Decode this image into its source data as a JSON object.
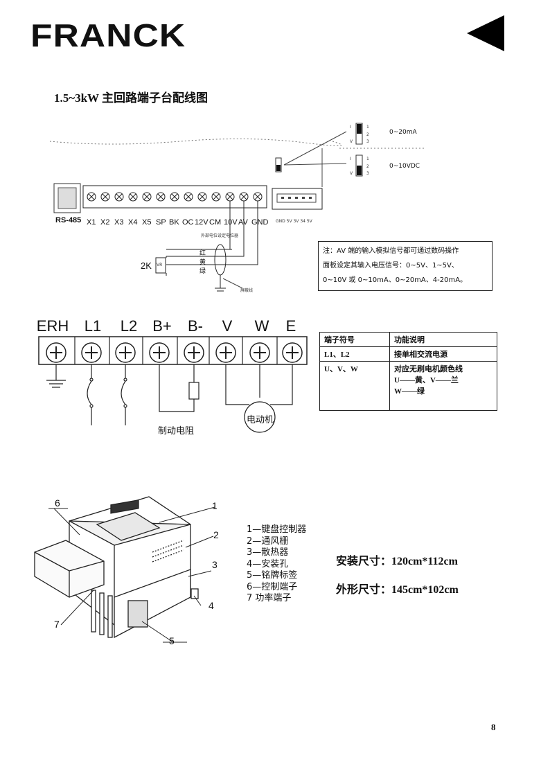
{
  "header": {
    "logo": "FRANCK"
  },
  "title": "1.5~3kW 主回路端子台配线图",
  "control_terminal": {
    "rs485": "RS-485",
    "terminals": [
      "X1",
      "X2",
      "X3",
      "X4",
      "X5",
      "SP",
      "BK",
      "OC",
      "12V",
      "CM",
      "10V",
      "AV",
      "GND"
    ],
    "right_connector_labels": "GND 5V 3V 34 5V",
    "wiring_note": "外部电位设定电位器",
    "wire_red": "红",
    "wire_yellow": "黄",
    "wire_green": "绿",
    "pot_value": "2K",
    "pot_tag": "VR",
    "shield": "屏蔽线",
    "jumper_i": "I",
    "jumper_1": "1",
    "jumper_2": "2",
    "jumper_3": "3",
    "jumper_v": "V",
    "mode_current": "0~20mA",
    "mode_voltage": "0~10VDC"
  },
  "note": {
    "line1": "注：AV 端的输入模拟信号都可通过数码操作",
    "line2": "面板设定其输入电压信号：0~5V、1~5V、",
    "line3": "0~10V 或 0~10mA、0~20mA、4-20mA。"
  },
  "main_terminal": {
    "labels": [
      "ERH",
      "L1",
      "L2",
      "B+",
      "B-",
      "V",
      "W",
      "E"
    ],
    "brake_resistor": "制动电阻",
    "motor": "电动机"
  },
  "function_table": {
    "header": [
      "端子符号",
      "功能说明"
    ],
    "rows": [
      {
        "symbol": "L1、L2",
        "desc": "接单相交流电源"
      },
      {
        "symbol": "U、V、W",
        "desc1": "对应无刷电机颜色线",
        "desc2": "U——黄、V——兰",
        "desc3": "W——绿"
      }
    ]
  },
  "product": {
    "callouts": [
      "1",
      "2",
      "3",
      "4",
      "5",
      "6",
      "7"
    ],
    "parts": [
      "1—键盘控制器",
      "2—通风栅",
      "3—散热器",
      "4—安装孔",
      "5—铭牌标签",
      "6—控制端子",
      "7  功率端子"
    ],
    "install_size": "安装尺寸：120cm*112cm",
    "outer_size": "外形尺寸：145cm*102cm"
  },
  "page_number": "8"
}
